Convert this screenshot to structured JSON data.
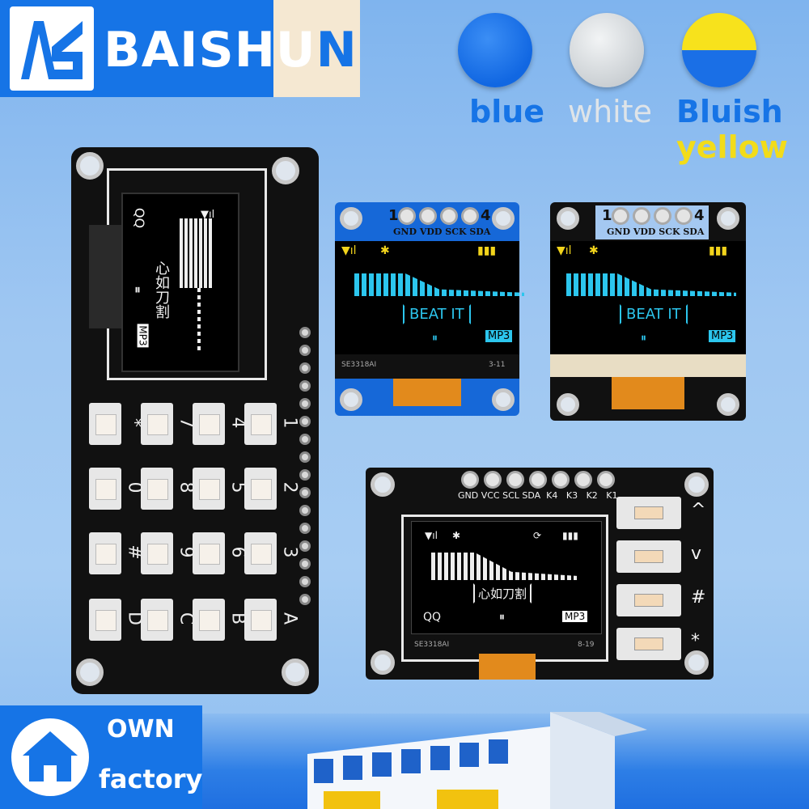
{
  "brand": {
    "name_main": "BAISHU",
    "name_tail": "N"
  },
  "color_options": {
    "blue": {
      "label": "blue",
      "color": "#1674e6"
    },
    "white": {
      "label": "white",
      "color": "#dfe4e8"
    },
    "bluish_yellow": {
      "label_line1": "Bluish",
      "label_line2": "yellow",
      "color_top": "#f7e21c",
      "color_bottom": "#1a6fe6"
    }
  },
  "keypad_board": {
    "screen": {
      "qq": "QQ",
      "song": "心如刀割",
      "format": "MP3"
    },
    "keys": [
      [
        "1",
        "4",
        "7",
        "*"
      ],
      [
        "2",
        "5",
        "8",
        "0"
      ],
      [
        "3",
        "6",
        "9",
        "#"
      ],
      [
        "A",
        "B",
        "C",
        "D"
      ]
    ]
  },
  "module_blue": {
    "pin_start": "1",
    "pin_end": "4",
    "pins": "GND VDD SCK SDA",
    "song": "BEAT IT",
    "format": "MP3",
    "chip": "SE3318AI",
    "date": "3-11"
  },
  "module_black": {
    "pin_start": "1",
    "pin_end": "4",
    "pins": "GND VDD SCK SDA",
    "song": "BEAT IT",
    "format": "MP3"
  },
  "module_buttons": {
    "pins": "GND VCC SCL SDA  K4   K3   K2   K1",
    "screen": {
      "qq": "QQ",
      "song": "心如刀割",
      "format": "MP3",
      "chip": "SE3318AI",
      "date": "8-19"
    },
    "key_symbols": [
      "^",
      "v",
      "#",
      "*"
    ]
  },
  "footer": {
    "line1": "OWN",
    "line2": "factory"
  }
}
